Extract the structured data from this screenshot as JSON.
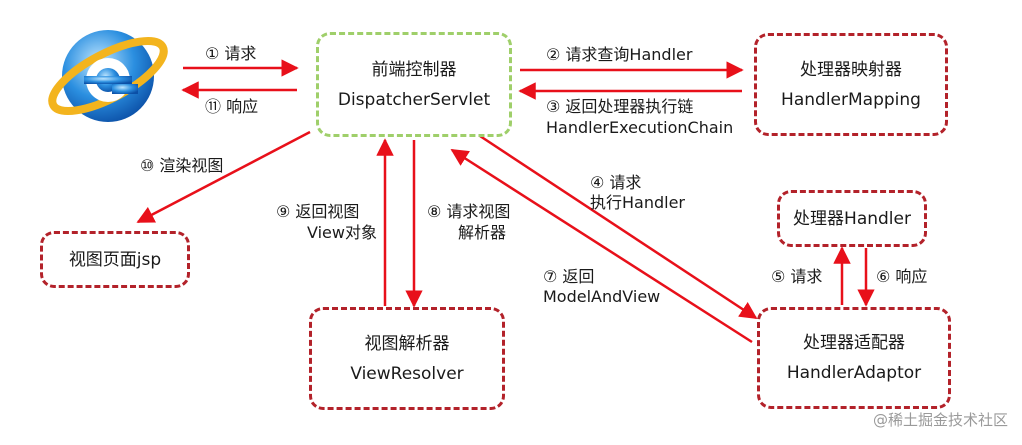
{
  "colors": {
    "arrow": "#e8101a",
    "box_border": "#b3222a",
    "controller_border": "#9fcf6a",
    "watermark": "#9a9a9a"
  },
  "browser": {
    "icon": "internet-explorer-icon"
  },
  "nodes": {
    "dispatcher": {
      "line1": "前端控制器",
      "line2": "DispatcherServlet"
    },
    "handler_mapping": {
      "line1": "处理器映射器",
      "line2": "HandlerMapping"
    },
    "handler": {
      "line1": "处理器Handler"
    },
    "handler_adaptor": {
      "line1": "处理器适配器",
      "line2": "HandlerAdaptor"
    },
    "view_resolver": {
      "line1": "视图解析器",
      "line2": "ViewResolver"
    },
    "view": {
      "line1": "视图页面jsp"
    }
  },
  "steps": {
    "s1": "① 请求",
    "s11": "⑪ 响应",
    "s2": "② 请求查询Handler",
    "s3_line1": "③ 返回处理器执行链",
    "s3_line2": "HandlerExecutionChain",
    "s10": "⑩ 渲染视图",
    "s9_line1": "⑨ 返回视图",
    "s9_line2": "View对象",
    "s8_line1": "⑧ 请求视图",
    "s8_line2": "解析器",
    "s4_line1": "④ 请求",
    "s4_line2": "执行Handler",
    "s7_line1": "⑦ 返回",
    "s7_line2": "ModelAndView",
    "s5": "⑤ 请求",
    "s6": "⑥ 响应"
  },
  "watermark": "@稀土掘金技术社区"
}
